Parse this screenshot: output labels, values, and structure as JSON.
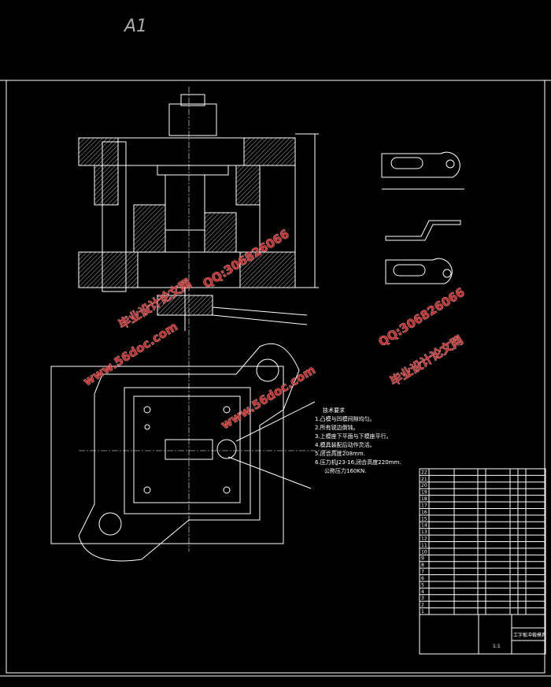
{
  "sheet": {
    "size_label": "A1"
  },
  "tech_requirements": {
    "title": "技术要求",
    "items": [
      "1.凸模与凹模间隙均匀。",
      "2.所有锐边倒钝。",
      "3.上模座下平面与下模座平行。",
      "4.模具装配后动作灵活。",
      "5.闭合高度208mm.",
      "6.压力机J23-16,闭合高度220mm.",
      "公称压力160KN."
    ]
  },
  "watermarks": {
    "site_cn": "毕业设计论文网",
    "url": "www.56doc.com",
    "qq": "QQ:306826066"
  },
  "title_block": {
    "drawing_name": "工字板冲裁模具",
    "scale": "1:1",
    "row_numbers": [
      "22",
      "21",
      "20",
      "19",
      "18",
      "17",
      "16",
      "15",
      "14",
      "13",
      "12",
      "11",
      "10",
      "9",
      "8",
      "7",
      "6",
      "5",
      "4",
      "3",
      "2",
      "1"
    ]
  }
}
